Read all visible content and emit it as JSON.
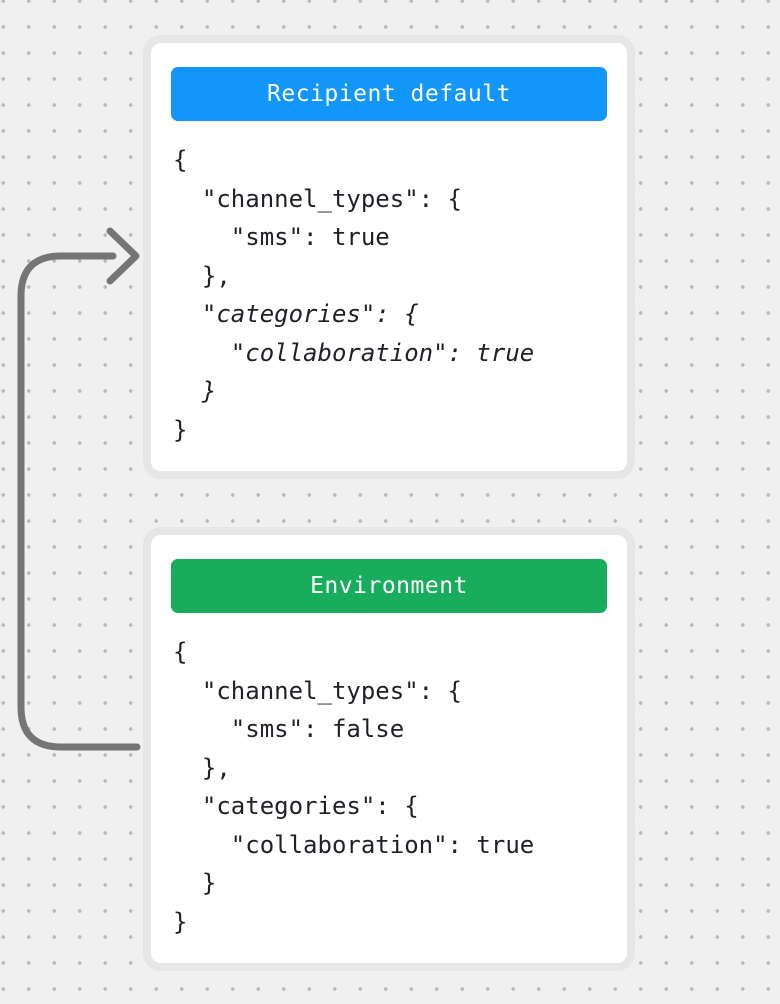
{
  "canvas": {
    "background_color": "#F0F0F0",
    "dot_color": "#BBBBBB"
  },
  "arrow": {
    "color": "#757575"
  },
  "cards": [
    {
      "title": "Recipient default",
      "header_color": "#1296FA",
      "border_color": "#E6E6E6",
      "lines": [
        {
          "text": "{",
          "italic": false
        },
        {
          "text": "  \"channel_types\": {",
          "italic": false
        },
        {
          "text": "    \"sms\": true",
          "italic": false
        },
        {
          "text": "  },",
          "italic": false
        },
        {
          "text": "  \"categories\": {",
          "italic": true
        },
        {
          "text": "    \"collaboration\": true",
          "italic": true
        },
        {
          "text": "  }",
          "italic": true
        },
        {
          "text": "}",
          "italic": false
        }
      ]
    },
    {
      "title": "Environment",
      "header_color": "#18AC5D",
      "border_color": "#E6E6E6",
      "lines": [
        {
          "text": "{",
          "italic": false
        },
        {
          "text": "  \"channel_types\": {",
          "italic": false
        },
        {
          "text": "    \"sms\": false",
          "italic": false
        },
        {
          "text": "  },",
          "italic": false
        },
        {
          "text": "  \"categories\": {",
          "italic": false
        },
        {
          "text": "    \"collaboration\": true",
          "italic": false
        },
        {
          "text": "  }",
          "italic": false
        },
        {
          "text": "}",
          "italic": false
        }
      ]
    }
  ]
}
